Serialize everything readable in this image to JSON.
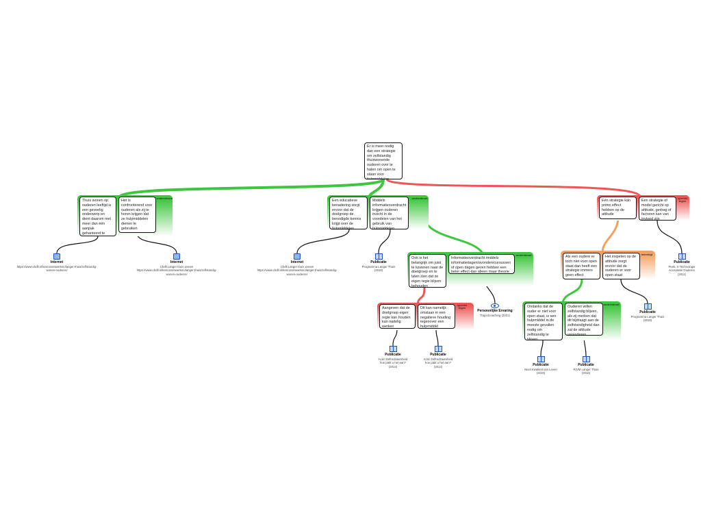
{
  "root": "Er is meer nodig dan een strategie om zelfstandig thuiswonende ouderen over te halen om open te staan voor hulpmiddelen",
  "relations": {
    "supports": "ondersteunt",
    "opposes": "spreekt tegen",
    "rebuts": "weerlegt"
  },
  "colors": {
    "support": "#3ec63e",
    "oppose": "#ef5555",
    "rebut": "#f4a060",
    "icon": "#1a52c8"
  },
  "groupA": [
    "Thuis wonen op ouderen leeftijd is een gevoelig onderwerp en dient daarom met meer dan één aanpak gehanteerd te worden",
    "Het is confronterend voor ouderen als zij te horen krijgen dat ze hulpmiddelen dienen te gebruiken"
  ],
  "groupB": [
    "Een educatieve benadering zorgt ervoor dat de doelgroep de benodigde kennis krijgt over de hulpmiddelen",
    "Middels informatieoverdracht krijgen ouderen inzicht in de voordelen van het gebruik van hulpmiddelen"
  ],
  "groupC": [
    "Eén strategie kan primo effect hebben op de attitude",
    "Een strategie of model gericht op attitude, gedrag of factoren kan van invloed zijn"
  ],
  "groupD": [
    "Ook is het belangrijk om juist te luisteren naar de doelgroep en te laten zien dat ze eigen regie blijven behouden",
    "Informatieoverdracht middels informatiedagen/avonden/cursussen of open dagen geven hebben een beter effect dan alleen maar theorie"
  ],
  "groupE": [
    "Aangeven dat de doelgroep eigen regie kan houden kan nadelig werken",
    "Dit kan namelijk omslaan in een negatieve houding tegenover een hulpmiddel"
  ],
  "groupF": [
    "Als een oudere er toch niet voor open staat dan heeft een strategie immers geen effect",
    "Het inspelen op de attitude zorgt ervoor dat de ouderen er voor open staat"
  ],
  "groupG": [
    "Ondanks dat de ouder er niet voor open staat, is een hulpmiddel in de meeste gevallen nodig om zelfstandig te blijven",
    "Ouderen willen zelfstandig blijven, als zij merken dat dit bijdraagt aan de zelfstandigheid dan zal de attitude veranderen"
  ],
  "sources": [
    {
      "type": "Internet",
      "text": "https://www.chdll.nl/kennisnetwerken/langer-thuis/zelfstandig-wonen-ouderen/"
    },
    {
      "type": "Internet",
      "text": "Chdll Langer thuis wonen https://www.chdll.nl/kennisnetwerken/langer-thuis/zelfstandig-wonen-ouderen/"
    },
    {
      "type": "Internet",
      "text": "Chdll Langer thuis wonen https://www.chdll.nl/kennisnetwerken/langer-thuis/zelfstandig-wonen-ouderen/"
    },
    {
      "type": "Publicatie",
      "text": "Programma Langer Thuis (2018)"
    },
    {
      "type": "Persoonlijke Ervaring",
      "text": "Trajectcoaching (2021)"
    },
    {
      "type": "Publicatie",
      "text": "Actiz Zelfredzaamheid hoe pakt u het aan? (2014)"
    },
    {
      "type": "Publicatie",
      "text": "Actiz Zelfredzaamheid hoe pakt u het aan? (2014)"
    },
    {
      "type": "Publicatie",
      "text": "Peek. S Technologie Acceptatie Ouderen (2011)"
    },
    {
      "type": "Publicatie",
      "text": "Programma Langer Thuis (2018)"
    },
    {
      "type": "Publicatie",
      "text": "Nivel Kwaliteit van Leven (2019)"
    },
    {
      "type": "Publicatie",
      "text": "RIVM Langer Thuis (2016)"
    }
  ]
}
